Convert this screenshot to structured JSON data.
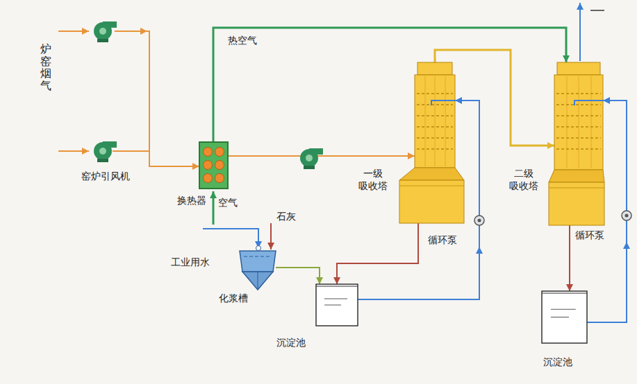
{
  "diagram": {
    "nodes": [
      {
        "text": [
          "窑炉引风机"
        ]
      },
      {
        "text": [
          "换热器"
        ]
      },
      {
        "text": [
          "一级 吸收塔"
        ]
      },
      {
        "text": [
          "二级 吸收塔"
        ]
      },
      {
        "text": [
          "循环泵"
        ]
      },
      {
        "text": [
          "循环泵"
        ]
      },
      {
        "text": [
          "化浆槽"
        ]
      },
      {
        "text": [
          "沉淀池"
        ]
      },
      {
        "text": [
          "沉淀池"
        ]
      }
    ],
    "edges": [
      {
        "from": 0,
        "to": 1,
        "arrow": "to"
      },
      {
        "from": 1,
        "to": 2,
        "arrow": "to"
      },
      {
        "from": 1,
        "to": 3,
        "label": "热空气",
        "arrow": "to"
      },
      {
        "from": 2,
        "to": 3,
        "arrow": "to"
      },
      {
        "from": 2,
        "to": 7,
        "arrow": "to"
      },
      {
        "from": 7,
        "to": 4,
        "arrow": "to"
      },
      {
        "from": 4,
        "to": 2,
        "arrow": "to"
      },
      {
        "from": 3,
        "to": 8,
        "arrow": "to"
      },
      {
        "from": 8,
        "to": 5,
        "arrow": "to"
      },
      {
        "from": 5,
        "to": 3,
        "arrow": "to"
      },
      {
        "from": 6,
        "to": 7,
        "arrow": "to"
      }
    ],
    "labels": [
      "炉窑烟气",
      "空气",
      "工业用水",
      "石灰"
    ]
  }
}
